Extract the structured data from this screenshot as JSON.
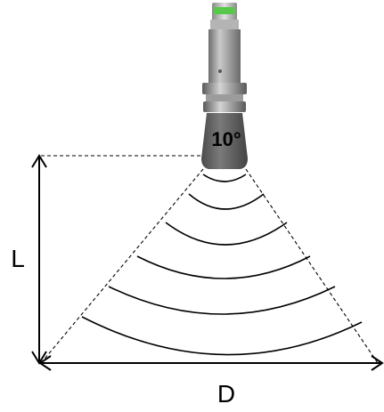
{
  "diagram": {
    "angle_label": "10°",
    "height_label": "L",
    "width_label": "D"
  },
  "colors": {
    "sensor_body": "#9a9a9a",
    "sensor_head": "#5f5f5f",
    "connector_accent": "#58c84a",
    "lines": "#000000"
  },
  "icons": {
    "sensor": "ultrasonic-sensor-icon"
  }
}
